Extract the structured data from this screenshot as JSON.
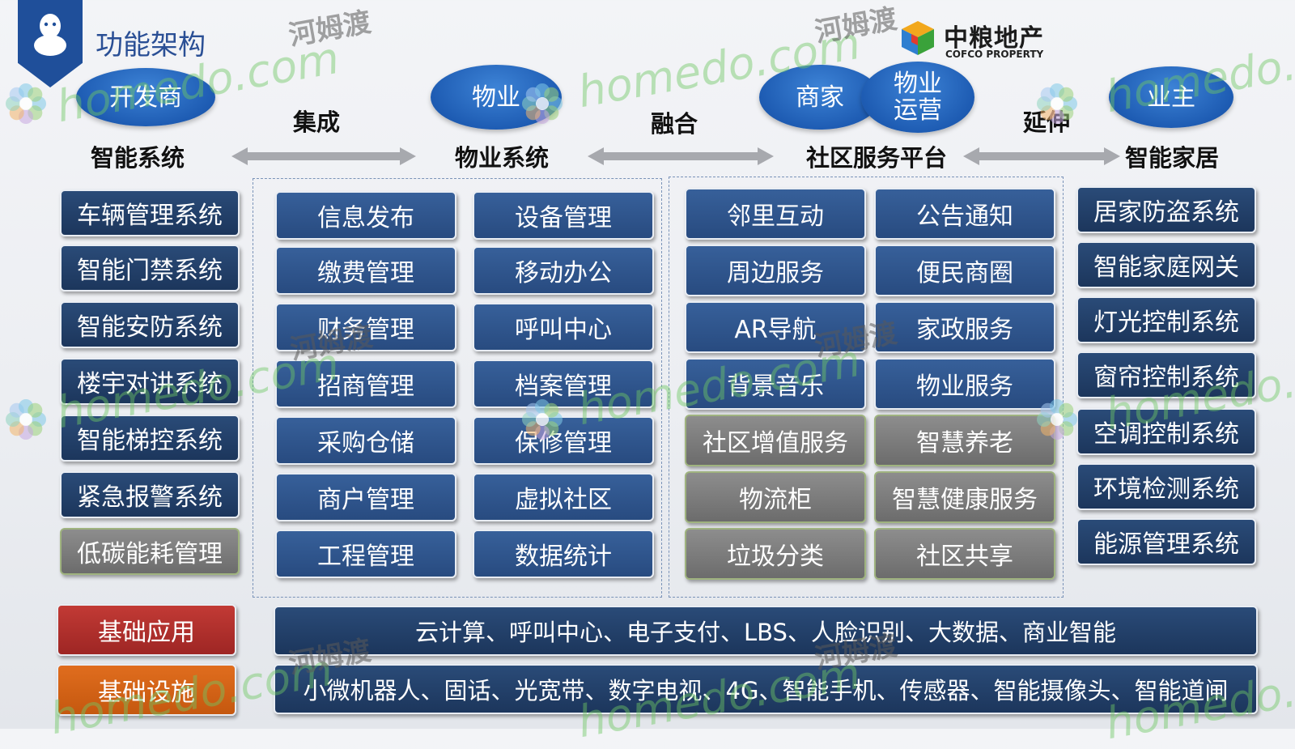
{
  "header": {
    "title": "功能架构",
    "brand_name": "中粮地产",
    "brand_sub": "COFCO PROPERTY"
  },
  "watermark": {
    "url": "homedo.com",
    "cn": "河姆渡"
  },
  "ovals": {
    "developer": "开发商",
    "property": "物业",
    "merchant": "商家",
    "property_ops": "物业\n运营",
    "owner": "业主"
  },
  "connectors": {
    "integrate": "集成",
    "fuse": "融合",
    "extend": "延伸"
  },
  "columns": {
    "smart_system": "智能系统",
    "property_system": "物业系统",
    "community_platform": "社区服务平台",
    "smart_home": "智能家居"
  },
  "smart_system_items": [
    "车辆管理系统",
    "智能门禁系统",
    "智能安防系统",
    "楼宇对讲系统",
    "智能梯控系统",
    "紧急报警系统",
    "低碳能耗管理"
  ],
  "property_left_items": [
    "信息发布",
    "缴费管理",
    "财务管理",
    "招商管理",
    "采购仓储",
    "商户管理",
    "工程管理"
  ],
  "property_right_items": [
    "设备管理",
    "移动办公",
    "呼叫中心",
    "档案管理",
    "保修管理",
    "虚拟社区",
    "数据统计"
  ],
  "community_left_items": [
    "邻里互动",
    "周边服务",
    "AR导航",
    "背景音乐",
    "社区增值服务",
    "物流柜",
    "垃圾分类"
  ],
  "community_right_items": [
    "公告通知",
    "便民商圈",
    "家政服务",
    "物业服务",
    "智慧养老",
    "智慧健康服务",
    "社区共享"
  ],
  "smart_home_items": [
    "居家防盗系统",
    "智能家庭网关",
    "灯光控制系统",
    "窗帘控制系统",
    "空调控制系统",
    "环境检测系统",
    "能源管理系统"
  ],
  "foundation": {
    "apps_label": "基础应用",
    "apps_content": "云计算、呼叫中心、电子支付、LBS、人脸识别、大数据、商业智能",
    "infra_label": "基础设施",
    "infra_content": "小微机器人、固话、光宽带、数字电视、4G、智能手机、传感器、智能摄像头、智能道闸"
  },
  "colors": {
    "blue_box": "#284b80",
    "navy_box": "#1c365c",
    "gray_box": "#6c6c6c",
    "red_box": "#9e2624",
    "orange_box": "#c5580f",
    "oval": "#1e5cb3",
    "accent": "#1f4f9a"
  }
}
